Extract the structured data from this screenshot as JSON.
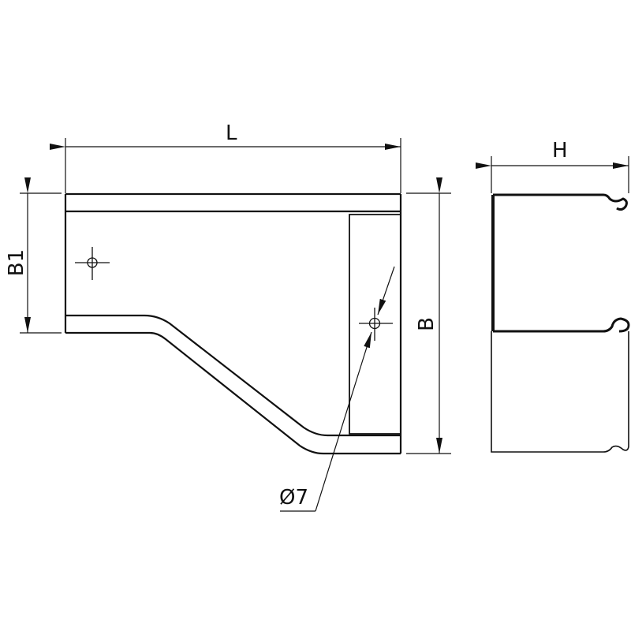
{
  "drawing": {
    "dimensions": {
      "length": "L",
      "width_small": "B1",
      "width_large": "B",
      "height": "H",
      "hole_diameter": "Ø7"
    },
    "line_color": "#111111",
    "background": "#ffffff"
  }
}
